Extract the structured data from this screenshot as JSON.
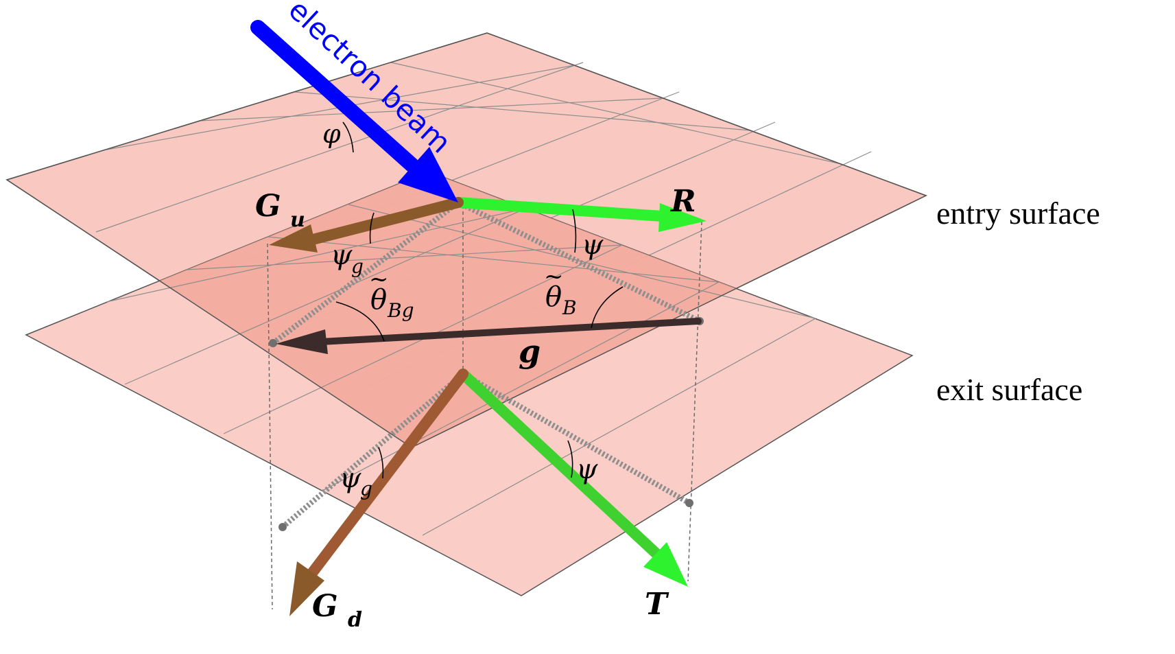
{
  "colors": {
    "plane_fill": "#f9c9c1",
    "plane_overlap": "#f2a396",
    "grid_line": "#8c8c8c",
    "beam": "#0000ff",
    "reflected": "#2ef22e",
    "transmitted": "#3fd12f",
    "brown": "#8b5a2b",
    "g_vector": "#3c2b2b",
    "dashed_thick": "#8e8e8e"
  },
  "labels": {
    "entry_surface": "entry surface",
    "exit_surface": "exit surface",
    "electron_beam": "electron beam"
  },
  "vectors": {
    "Gu": {
      "main": "G",
      "sub": "u"
    },
    "Gd": {
      "main": "G",
      "sub": "d"
    },
    "R": "R",
    "T": "T",
    "g": "g"
  },
  "angles": {
    "phi": "φ",
    "psi_entry": "ψ",
    "psi_exit": "ψ",
    "psi_g_entry": {
      "main": "ψ",
      "sub": "g"
    },
    "psi_g_exit": {
      "main": "ψ",
      "sub": "g"
    },
    "theta_B": {
      "main": "θ",
      "accent": "~",
      "sub": "B"
    },
    "theta_Bg": {
      "main": "θ",
      "accent": "~",
      "sub": "Bg"
    }
  }
}
